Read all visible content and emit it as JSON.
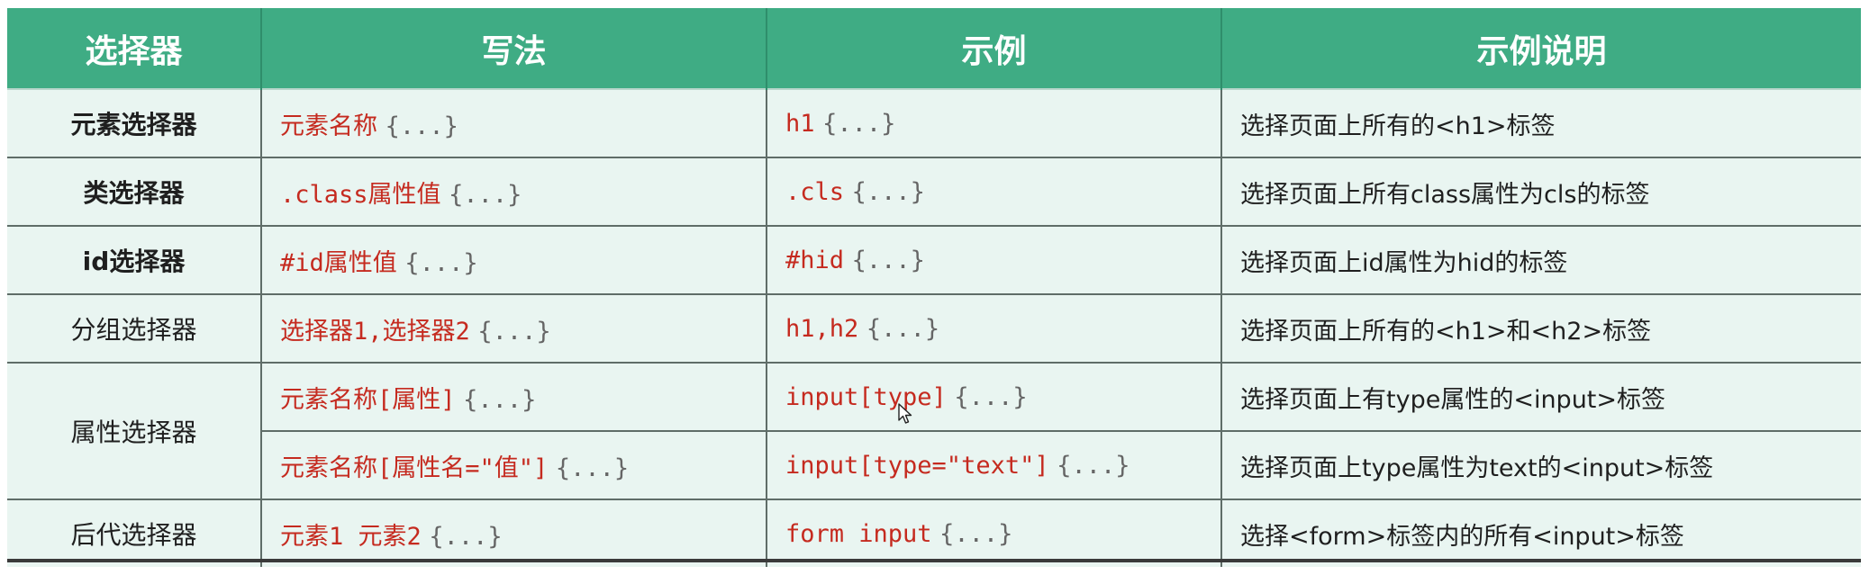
{
  "headers": [
    "选择器",
    "写法",
    "示例",
    "示例说明"
  ],
  "rows": [
    {
      "name": "元素选择器",
      "syntax": "元素名称",
      "example": "h1",
      "description": "选择页面上所有的<h1>标签"
    },
    {
      "name": "类选择器",
      "syntax": ".class属性值",
      "example": ".cls",
      "description": "选择页面上所有class属性为cls的标签"
    },
    {
      "name": "id选择器",
      "syntax": "#id属性值",
      "example": "#hid",
      "description": "选择页面上id属性为hid的标签"
    },
    {
      "name": "分组选择器",
      "syntax": "选择器1,选择器2",
      "example": "h1,h2",
      "description": "选择页面上所有的<h1>和<h2>标签"
    },
    {
      "name": "属性选择器",
      "syntax": "元素名称[属性]",
      "example": "input[type]",
      "description": "选择页面上有type属性的<input>标签"
    },
    {
      "name": "",
      "syntax": "元素名称[属性名=\"值\"]",
      "example": "input[type=\"text\"]",
      "description": "选择页面上type属性为text的<input>标签"
    },
    {
      "name": "后代选择器",
      "syntax": "元素1 元素2",
      "example": "form input",
      "description": "选择<form>标签内的所有<input>标签"
    }
  ],
  "braces": "{...}",
  "colors": {
    "header_bg": "#3fac84",
    "row_bg": "#e9f5f1",
    "code_red": "#c52a1f"
  },
  "icons": {
    "cursor": "mouse-pointer-icon"
  }
}
